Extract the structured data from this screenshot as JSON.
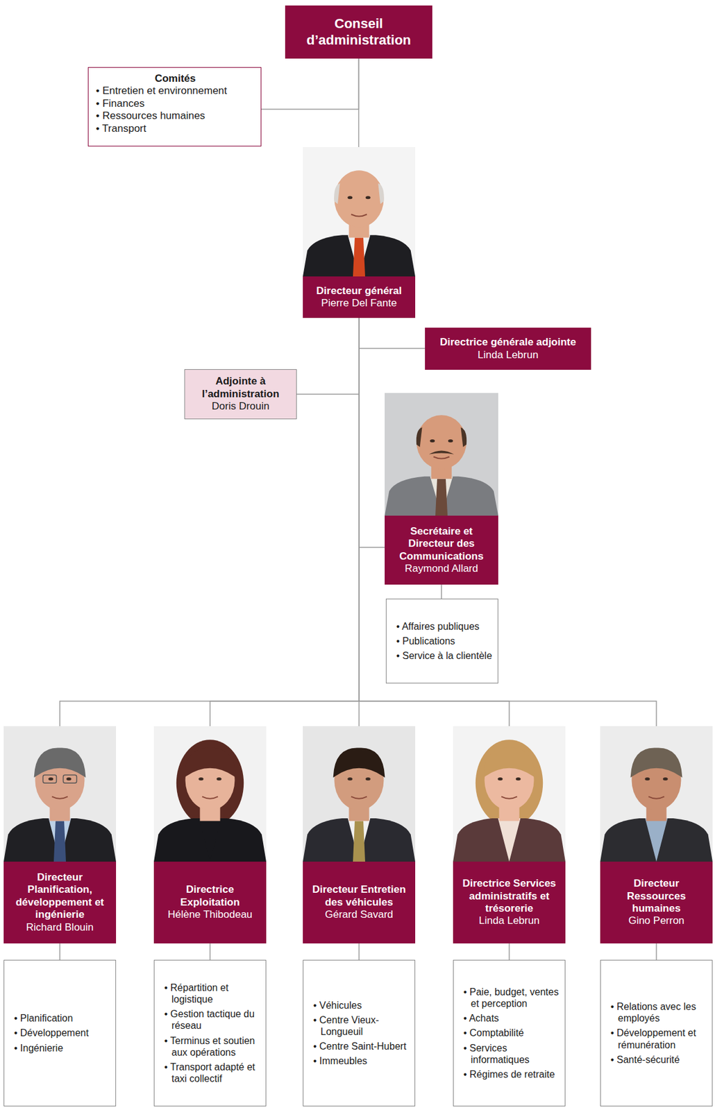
{
  "diagram": {
    "nodes": [
      {
        "text": [
          "Conseil d’administration"
        ]
      },
      {
        "text": [
          "Comités",
          "• Entretien et environnement",
          "• Finances",
          "• Ressources humaines",
          "• Transport"
        ]
      },
      {
        "text": [
          "Directeur général",
          "Pierre Del Fante"
        ]
      },
      {
        "text": [
          "Directrice générale adjointe",
          "Linda Lebrun"
        ]
      },
      {
        "text": [
          "Adjointe à l’administration",
          "Doris Drouin"
        ]
      },
      {
        "text": [
          "Secrétaire et Directeur des Communications",
          "Raymond Allard"
        ]
      },
      {
        "text": [
          "• Affaires publiques",
          "• Publications",
          "• Service à la clientèle"
        ]
      },
      {
        "text": [
          "Directeur Planification, développement et ingénierie",
          "Richard Blouin"
        ]
      },
      {
        "text": [
          "Directrice Exploitation",
          "Hélène Thibodeau"
        ]
      },
      {
        "text": [
          "Directeur Entretien des véhicules",
          "Gérard Savard"
        ]
      },
      {
        "text": [
          "Directrice Services administratifs et trésorerie",
          "Linda Lebrun"
        ]
      },
      {
        "text": [
          "Directeur Ressources humaines",
          "Gino Perron"
        ]
      },
      {
        "text": [
          "• Planification",
          "• Développement",
          "• Ingénierie"
        ]
      },
      {
        "text": [
          "• Répartition et logistique",
          "• Gestion tactique du réseau",
          "• Terminus et soutien aux opérations",
          "• Transport adapté et taxi collectif"
        ]
      },
      {
        "text": [
          "• Véhicules",
          "• Centre Vieux-Longueuil",
          "• Centre Saint-Hubert",
          "• Immeubles"
        ]
      },
      {
        "text": [
          "• Paie, budget, ventes et perception",
          "• Achats",
          "• Comptabilité",
          "• Services informatiques",
          "• Régimes de retraite"
        ]
      },
      {
        "text": [
          "• Relations avec les employés",
          "• Développement et rémunération",
          "• Santé-sécurité"
        ]
      }
    ],
    "edges": [
      {
        "from": 0,
        "to": 1,
        "arrow": "none"
      },
      {
        "from": 0,
        "to": 2,
        "arrow": "none"
      },
      {
        "from": 2,
        "to": 3,
        "arrow": "none"
      },
      {
        "from": 2,
        "to": 4,
        "arrow": "none"
      },
      {
        "from": 2,
        "to": 5,
        "arrow": "none"
      },
      {
        "from": 5,
        "to": 6,
        "arrow": "none"
      },
      {
        "from": 2,
        "to": 7,
        "arrow": "none"
      },
      {
        "from": 2,
        "to": 8,
        "arrow": "none"
      },
      {
        "from": 2,
        "to": 9,
        "arrow": "none"
      },
      {
        "from": 2,
        "to": 10,
        "arrow": "none"
      },
      {
        "from": 2,
        "to": 11,
        "arrow": "none"
      },
      {
        "from": 7,
        "to": 12,
        "arrow": "none"
      },
      {
        "from": 8,
        "to": 13,
        "arrow": "none"
      },
      {
        "from": 9,
        "to": 14,
        "arrow": "none"
      },
      {
        "from": 10,
        "to": 15,
        "arrow": "none"
      },
      {
        "from": 11,
        "to": 16,
        "arrow": "none"
      }
    ]
  }
}
